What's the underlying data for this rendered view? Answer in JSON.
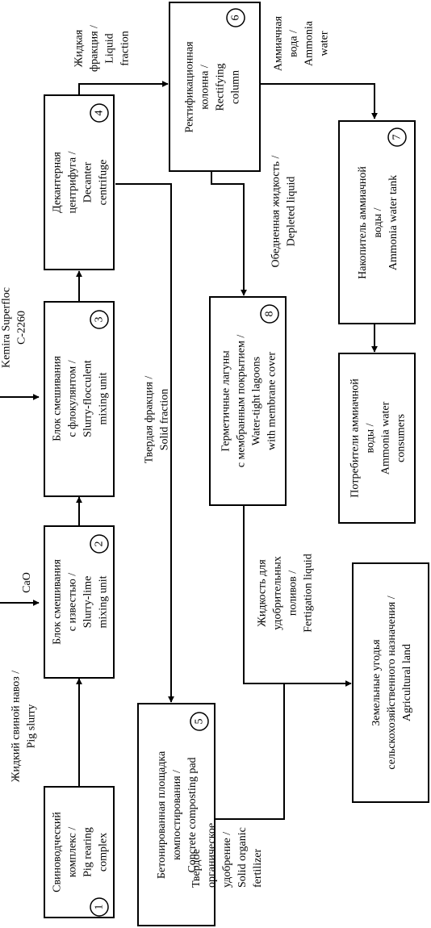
{
  "nodes": [
    {
      "num": "1",
      "lines": [
        "Свиноводческий",
        "комплекс /",
        "Pig rearing",
        "complex"
      ]
    },
    {
      "num": "2",
      "lines": [
        "Блок смешивания",
        "с известью /",
        "Slurry-lime",
        "mixing unit"
      ]
    },
    {
      "num": "3",
      "lines": [
        "Блок смешивания",
        "с флокулянтом /",
        "Slurry-flocculent",
        "mixing unit"
      ]
    },
    {
      "num": "4",
      "lines": [
        "Декантерная",
        "центрифуга /",
        "Decanter",
        "centrifuge"
      ]
    },
    {
      "num": "5",
      "lines": [
        "Бетонированная площадка",
        "компостирования /",
        "Concrete composting pad"
      ]
    },
    {
      "num": "6",
      "lines": [
        "Ректификационная",
        "колонна /",
        "Rectifying",
        "column"
      ]
    },
    {
      "num": "7",
      "lines": [
        "Накопитель аммиачной",
        "воды /",
        "Ammonia water tank"
      ]
    },
    {
      "num": "8",
      "lines": [
        "Герметичные лагуны",
        "с мембранным покрытием /",
        "Water-tight lagoons",
        "with membrane cover"
      ]
    },
    {
      "num": "",
      "lines": [
        "Потребители аммиачной",
        "воды /",
        "Ammonia water",
        "consumers"
      ]
    },
    {
      "num": "",
      "lines": [
        "Земельные угодья",
        "сельскохозяйственного назначения /",
        "Agricultural land"
      ]
    }
  ],
  "labels": {
    "pig_slurry": [
      "Жидкий свиной навоз /",
      "Pig slurry"
    ],
    "cao": [
      "CaO"
    ],
    "kemira": [
      "Kemira Superfloc",
      "C-2260"
    ],
    "liquid_fraction": [
      "Жидкая",
      "фракция /",
      "Liquid",
      "fraction"
    ],
    "ammonia_water": [
      "Аммиачная",
      "вода /",
      "Ammonia",
      "water"
    ],
    "depleted_liquid": [
      "Обедненная жидкость /",
      "Depleted liquid"
    ],
    "solid_fraction": [
      "Твердая фракция /",
      "Solid fraction"
    ],
    "fertigation": [
      "Жидкость для",
      "удобрительных",
      "поливов /",
      "Fertigation liquid"
    ],
    "solid_fertilizer": [
      "Твердое",
      "органическое",
      "удобрение /",
      "Solid organic",
      "fertilizer"
    ]
  }
}
